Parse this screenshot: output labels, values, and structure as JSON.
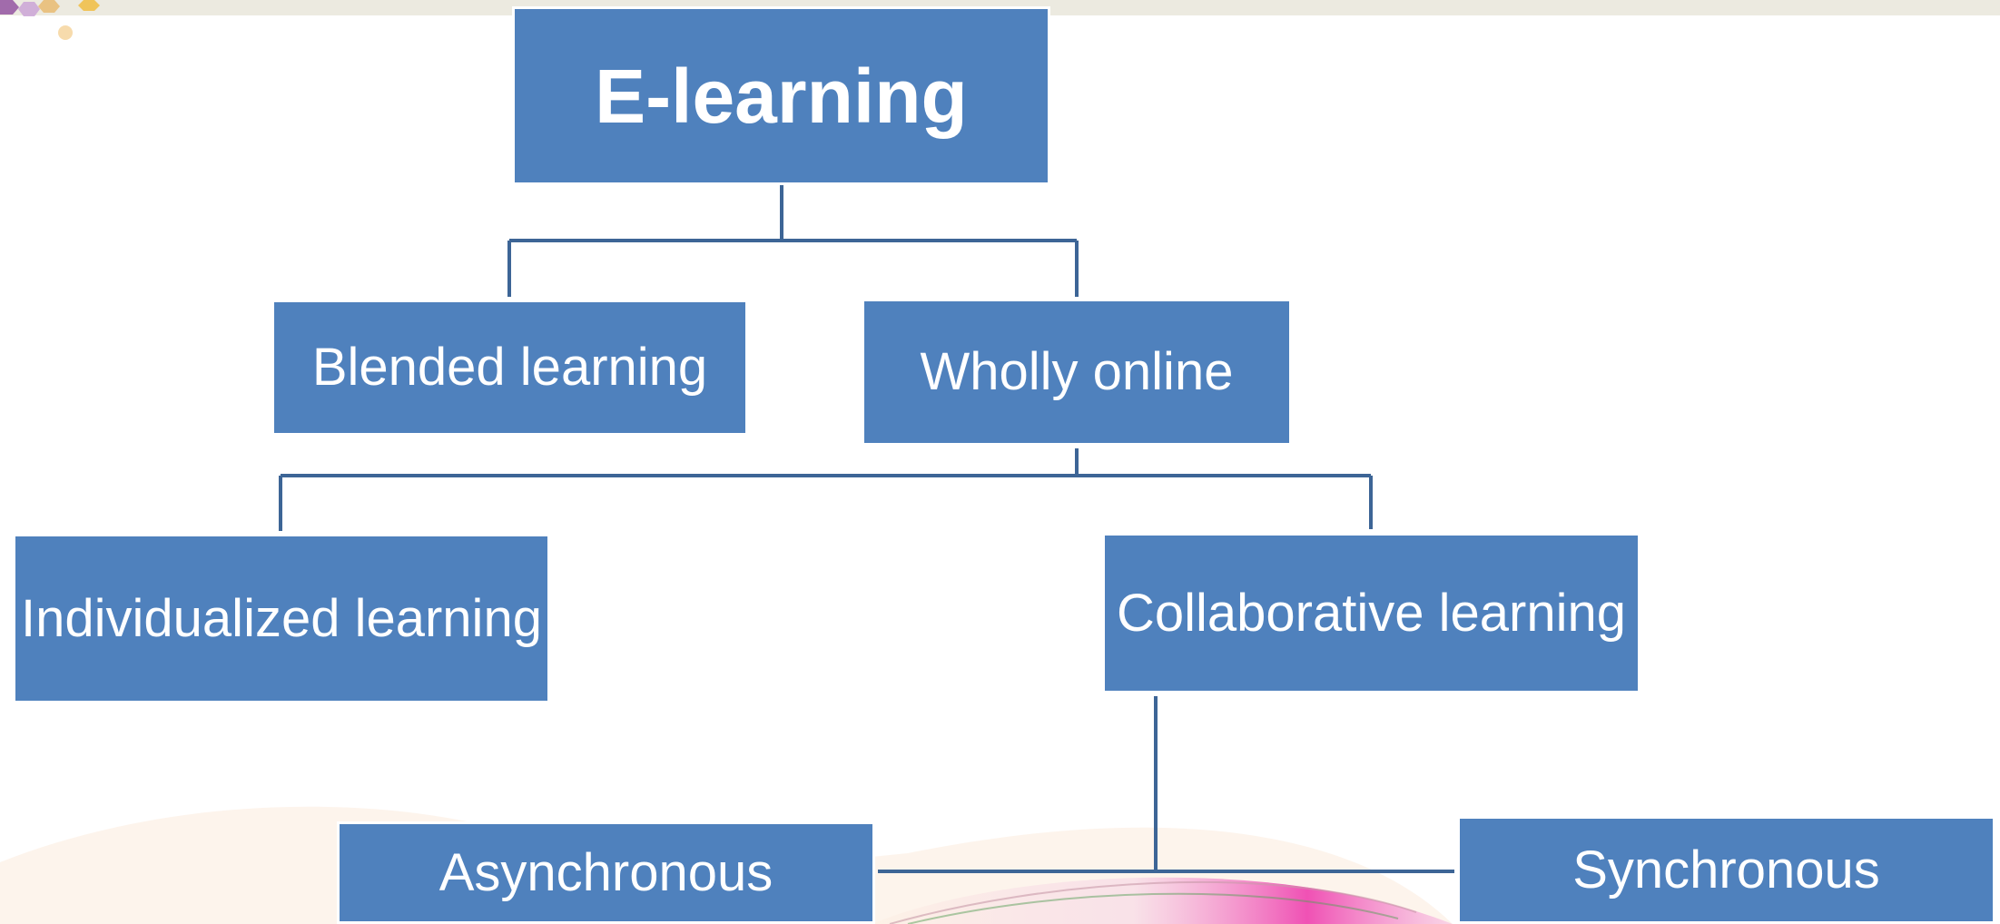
{
  "diagram": {
    "colors": {
      "node_fill": "#4f81bd",
      "node_text": "#ffffff",
      "connector": "#3d6596",
      "top_strip": "#eceae0"
    },
    "nodes": {
      "root": "E-learning",
      "blended": "Blended learning",
      "wholly_online": "Wholly online",
      "individualized": "Individualized learning",
      "collaborative": "Collaborative learning",
      "asynchronous": "Asynchronous",
      "synchronous": "Synchronous"
    },
    "edges": [
      [
        "E-learning",
        "Blended learning"
      ],
      [
        "E-learning",
        "Wholly online"
      ],
      [
        "Wholly online",
        "Individualized learning"
      ],
      [
        "Wholly online",
        "Collaborative learning"
      ],
      [
        "Collaborative learning",
        "Asynchronous"
      ],
      [
        "Collaborative learning",
        "Synchronous"
      ]
    ]
  }
}
